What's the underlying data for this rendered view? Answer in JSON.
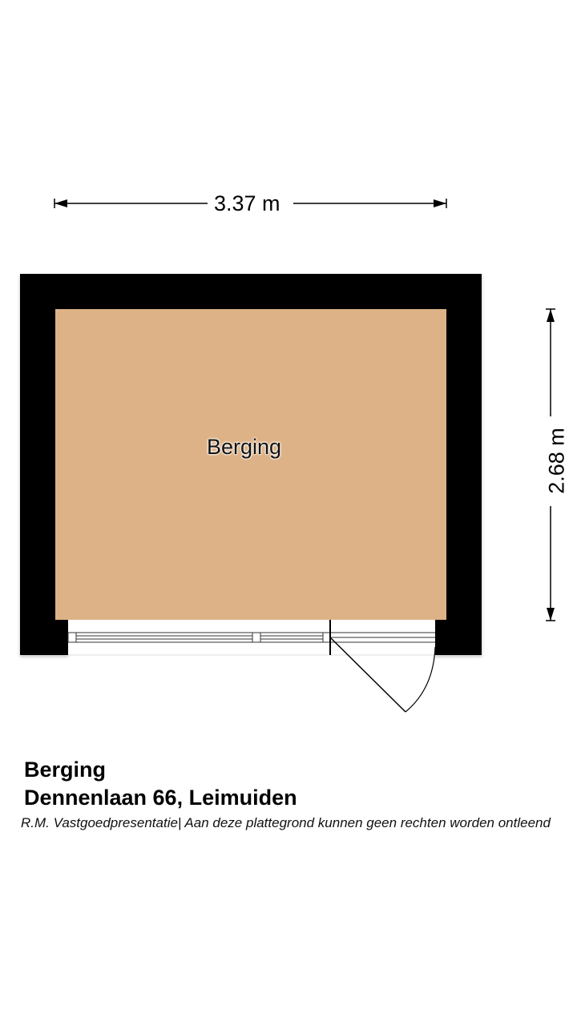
{
  "plan": {
    "dimensions": {
      "width_label": "3.37 m",
      "height_label": "2.68 m"
    },
    "rooms": [
      {
        "name": "Berging",
        "fill": "#DEB287"
      }
    ],
    "colors": {
      "wall": "#000000",
      "floor": "#DEB287",
      "background": "#FFFFFF"
    }
  },
  "footer": {
    "room_title": "Berging",
    "address": "Dennenlaan 66, Leimuiden",
    "credit": "R.M. Vastgoedpresentatie| Aan deze plattegrond kunnen geen rechten worden ontleend"
  }
}
